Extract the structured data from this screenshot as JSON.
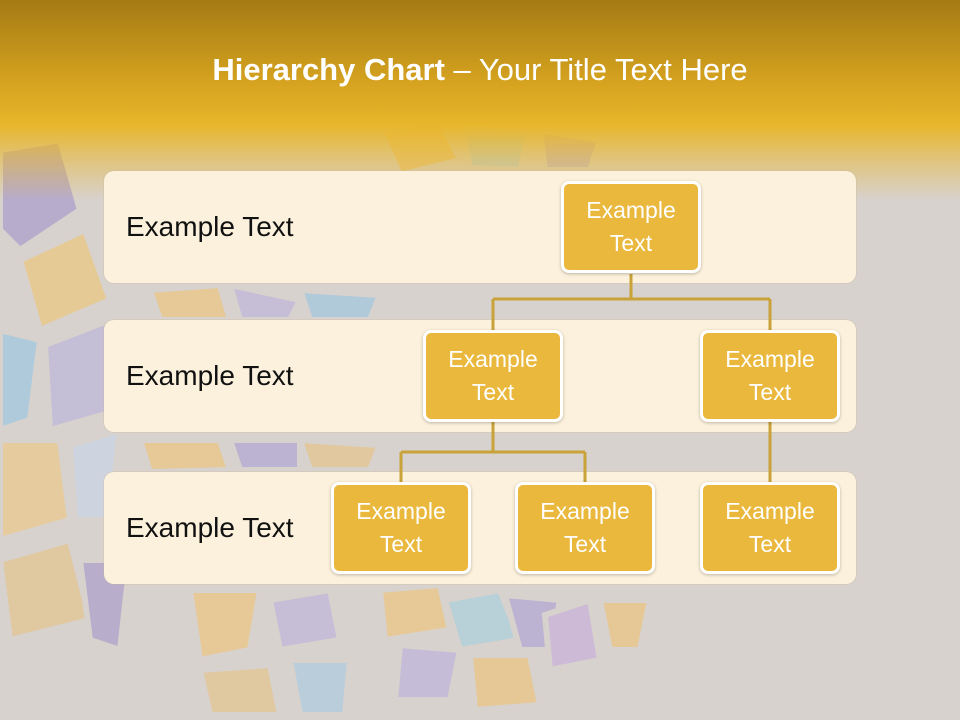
{
  "title": {
    "bold": "Hierarchy Chart",
    "rest": " – Your Title Text Here"
  },
  "levels": [
    {
      "label": "Example Text"
    },
    {
      "label": "Example Text"
    },
    {
      "label": "Example Text"
    }
  ],
  "nodes": [
    {
      "text": "Example Text"
    },
    {
      "text": "Example Text"
    },
    {
      "text": "Example Text"
    },
    {
      "text": "Example Text"
    },
    {
      "text": "Example Text"
    },
    {
      "text": "Example Text"
    }
  ],
  "colors": {
    "title_band": "#e8b62a",
    "band_fill": "#fbf1dc",
    "node_fill": "#e9b83c",
    "connector": "#c9a23a"
  }
}
